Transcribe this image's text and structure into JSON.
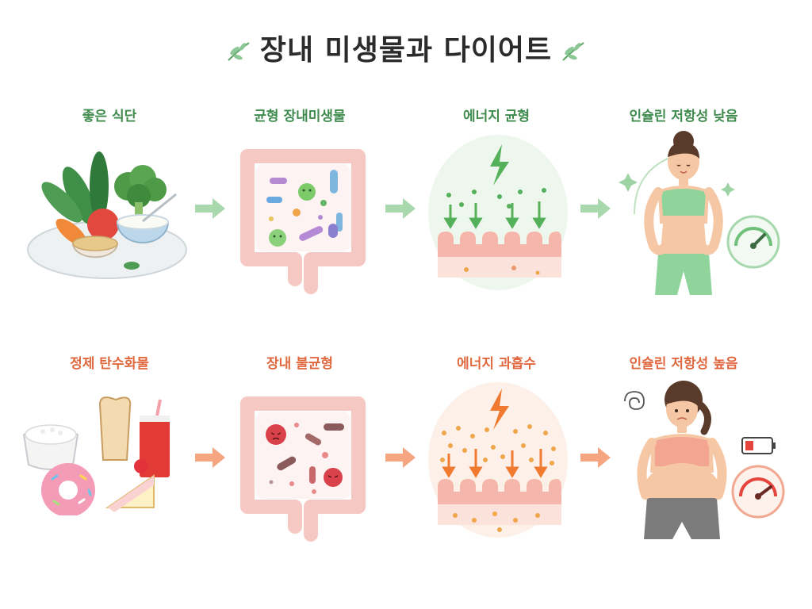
{
  "title": "장내 미생물과 다이어트",
  "colors": {
    "good": "#3f8a4d",
    "bad": "#e0683f",
    "good_arrow": "#9fd3a3",
    "bad_arrow": "#f4a07a"
  },
  "rows": [
    {
      "id": "healthy",
      "steps": [
        {
          "label": "좋은 식단",
          "icon": "healthy-food-plate"
        },
        {
          "label": "균형 장내미생물",
          "icon": "balanced-gut-bacteria"
        },
        {
          "label": "에너지 균형",
          "icon": "balanced-energy-absorption"
        },
        {
          "label": "인슐린 저항성 낮음",
          "icon": "fit-woman-low-gauge"
        }
      ]
    },
    {
      "id": "unhealthy",
      "steps": [
        {
          "label": "정제 탄수화물",
          "icon": "refined-carbs-food"
        },
        {
          "label": "장내 불균형",
          "icon": "imbalanced-gut-bacteria"
        },
        {
          "label": "에너지 과흡수",
          "icon": "excess-energy-absorption"
        },
        {
          "label": "인슐린 저항성 높음",
          "icon": "tired-woman-high-gauge"
        }
      ]
    }
  ]
}
